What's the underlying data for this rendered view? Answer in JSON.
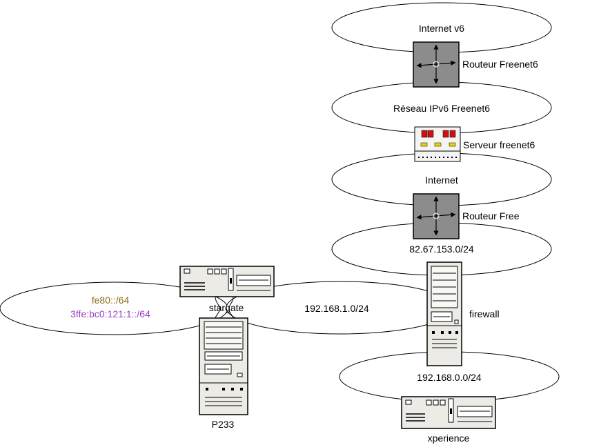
{
  "networks": {
    "internet_v6": "Internet v6",
    "freenet6_net": "Réseau IPv6 Freenet6",
    "internet": "Internet",
    "free_net": "82.67.153.0/24",
    "lan1": "192.168.1.0/24",
    "lan0": "192.168.0.0/24",
    "linklocal": "fe80::/64",
    "ipv6_prefix": "3ffe:bc0:121:1::/64"
  },
  "devices": {
    "router_freenet6": "Routeur Freenet6",
    "server_freenet6": "Serveur freenet6",
    "router_free": "Routeur Free",
    "firewall": "firewall",
    "stargate": "stargate",
    "p233": "P233",
    "xperience": "xperience"
  },
  "colors": {
    "linklocal": "#8a6d1a",
    "ipv6_prefix": "#9b3fbf",
    "router_fill": "#8c8c8c",
    "pc_fill": "#ecebe6"
  }
}
